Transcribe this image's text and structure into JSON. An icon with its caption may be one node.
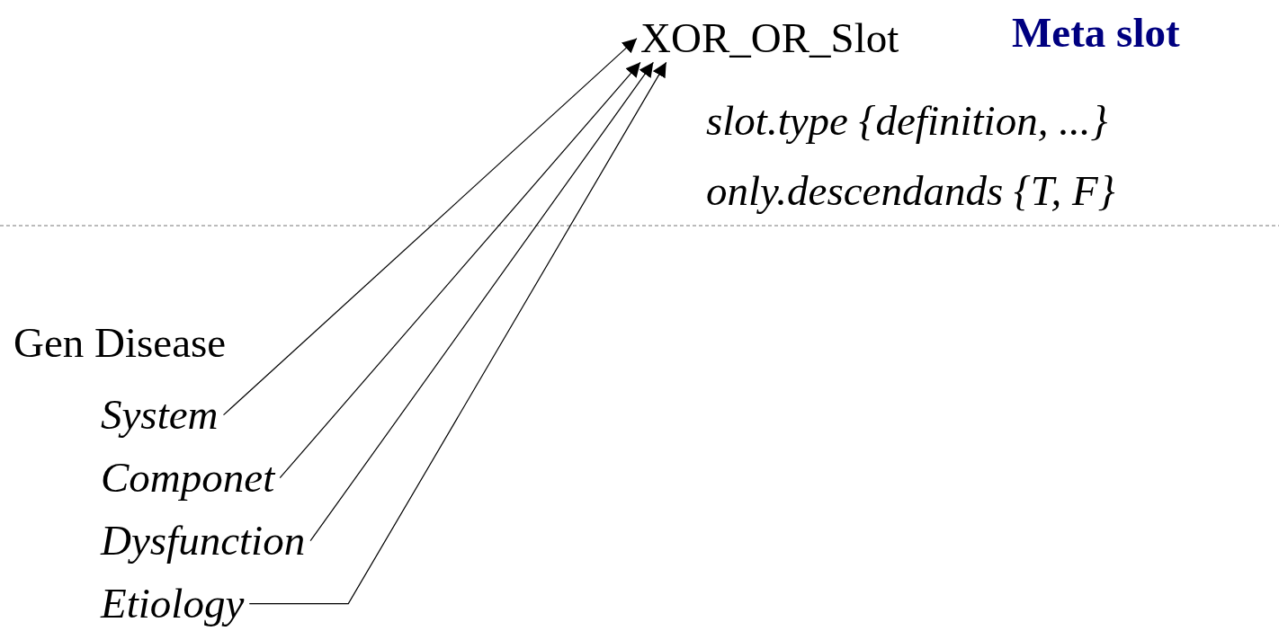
{
  "diagram": {
    "nodes": [
      {
        "text": [
          "XOR_OR_Slot"
        ]
      },
      {
        "text": [
          "System"
        ]
      },
      {
        "text": [
          "Componet"
        ]
      },
      {
        "text": [
          "Dysfunction"
        ]
      },
      {
        "text": [
          "Etiology"
        ]
      }
    ],
    "edges": [
      {
        "from": 1,
        "to": 0,
        "arrow": "to"
      },
      {
        "from": 2,
        "to": 0,
        "arrow": "to"
      },
      {
        "from": 3,
        "to": 0,
        "arrow": "to"
      },
      {
        "from": 4,
        "to": 0,
        "arrow": "to"
      }
    ],
    "labels": [
      "Meta slot",
      "slot.type {definition, ...}",
      "only.descendands {T, F}",
      "Gen Disease"
    ]
  }
}
